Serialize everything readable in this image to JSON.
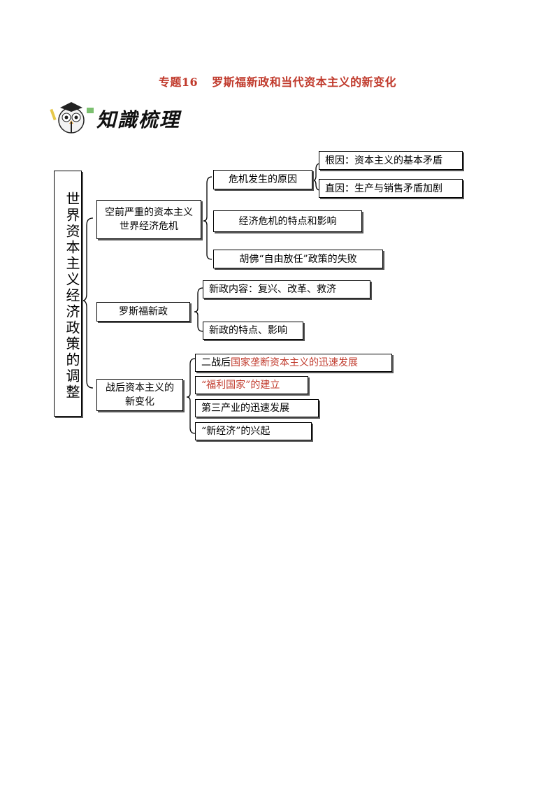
{
  "title": {
    "topic_no": "专题16",
    "topic_name": "罗斯福新政和当代资本主义的新变化"
  },
  "logo": {
    "text": "知識梳理",
    "icon": "owl-mascot-icon"
  },
  "root": {
    "label": "世界资本主义经济政策的调整"
  },
  "branches": [
    {
      "label": "空前严重的资本主义世界经济危机",
      "children": [
        {
          "label": "危机发生的原因",
          "children": [
            {
              "label": "根因：资本主义的基本矛盾"
            },
            {
              "label": "直因：生产与销售矛盾加剧"
            }
          ]
        },
        {
          "label": "经济危机的特点和影响"
        },
        {
          "label": "胡佛“自由放任”政策的失败"
        }
      ]
    },
    {
      "label": "罗斯福新政",
      "children": [
        {
          "label": "新政内容：复兴、改革、救济"
        },
        {
          "label": "新政的特点、影响"
        }
      ]
    },
    {
      "label": "战后资本主义的新变化",
      "children": [
        {
          "prefix": "二战后",
          "highlight": "国家垄断资本主义的迅速发展"
        },
        {
          "highlight": "“福利国家”的建立"
        },
        {
          "label": "第三产业的迅速发展"
        },
        {
          "label": "“新经济”的兴起"
        }
      ]
    }
  ],
  "colors": {
    "highlight": "#c0392b",
    "text": "#000000"
  }
}
